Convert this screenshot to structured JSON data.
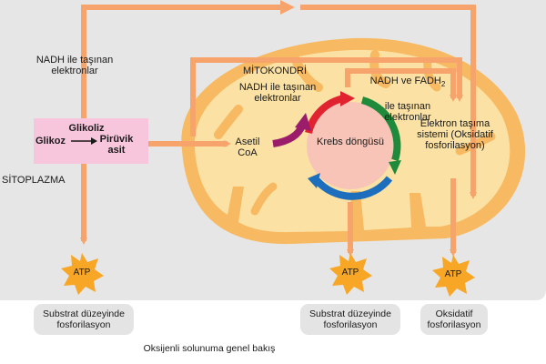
{
  "labels": {
    "nadh_outer": "NADH ile taşınan\nelektronlar",
    "cytoplasm": "SİTOPLAZMA",
    "glycolysis": "Glikoliz",
    "glucose": "Glikoz",
    "pyruvic_acid": "Pirüvik\nasit",
    "mitochondria": "MİTOKONDRİ",
    "nadh_inner": "NADH ile taşınan\nelektronlar",
    "nadh_fadh2_prefix": "NADH ve FADH",
    "nadh_fadh2_sub": "2",
    "nadh_fadh2_suffix": "ile taşınan\nelektronlar",
    "acetyl_coa": "Asetil\nCoA",
    "krebs": "Krebs döngüsü",
    "etc": "Elektron taşıma\nsistemi (Oksidatif\nfosforilasyon)",
    "caption": "Oksijenli solunuma genel bakış"
  },
  "atp": [
    {
      "label": "ATP",
      "caption": "Substrat düzeyinde\nfosforilasyon"
    },
    {
      "label": "ATP",
      "caption": "Substrat düzeyinde\nfosforilasyon"
    },
    {
      "label": "ATP",
      "caption": "Oksidatif\nfosforilasyon"
    }
  ],
  "colors": {
    "cytoplasm_bg": "#e6e6e6",
    "mito_outer": "#f7b961",
    "mito_inner": "#fbe2a4",
    "arrow": "#f7a46c",
    "glycolysis_box": "#f7c6dc",
    "krebs_center": "#f7c4b7",
    "atp_star": "#f7a626",
    "pill": "#e4e4e4",
    "krebs_red": "#e0232f",
    "krebs_green": "#1f8a3b",
    "krebs_blue": "#1d6fbd",
    "acetyl_purple": "#9b1c6a"
  }
}
